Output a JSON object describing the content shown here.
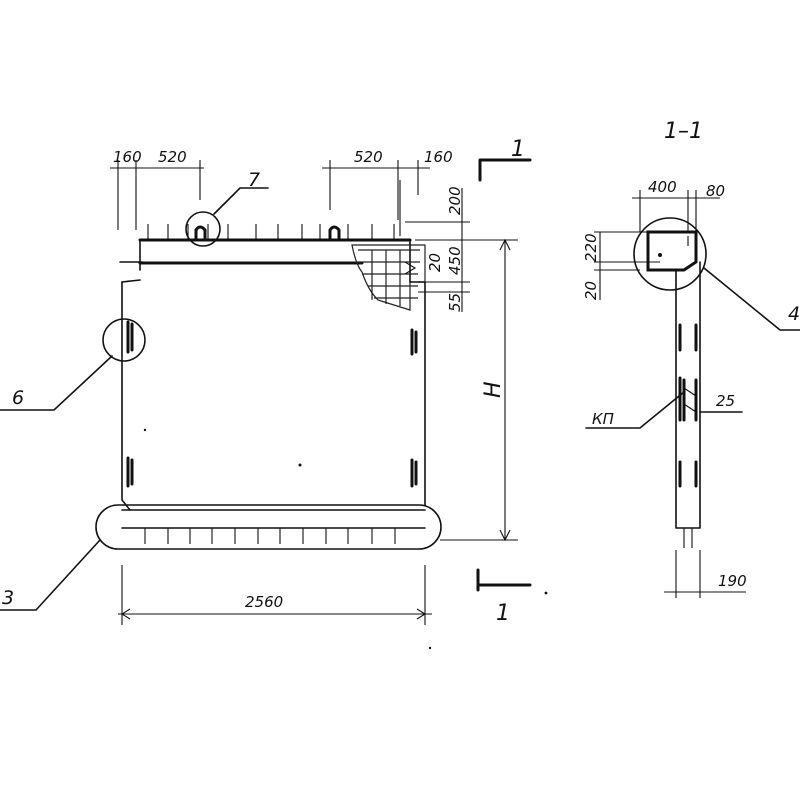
{
  "front_view": {
    "top_dims": [
      "160",
      "520",
      "520",
      "160"
    ],
    "right_dims": [
      "200",
      "450",
      "20",
      "55"
    ],
    "height_label": "H",
    "bottom_dim": "2560"
  },
  "section_marks": {
    "top": "1",
    "bottom": "1"
  },
  "section_view": {
    "title": "1–1",
    "top_dims": [
      "400",
      "80"
    ],
    "left_dims": [
      "220",
      "20"
    ],
    "bottom_dim": "190",
    "labels": {
      "kp": "КП",
      "rebar": "25"
    }
  },
  "callouts": {
    "node_7": "7",
    "node_6": "6",
    "node_3": "3",
    "node_4": "4"
  }
}
